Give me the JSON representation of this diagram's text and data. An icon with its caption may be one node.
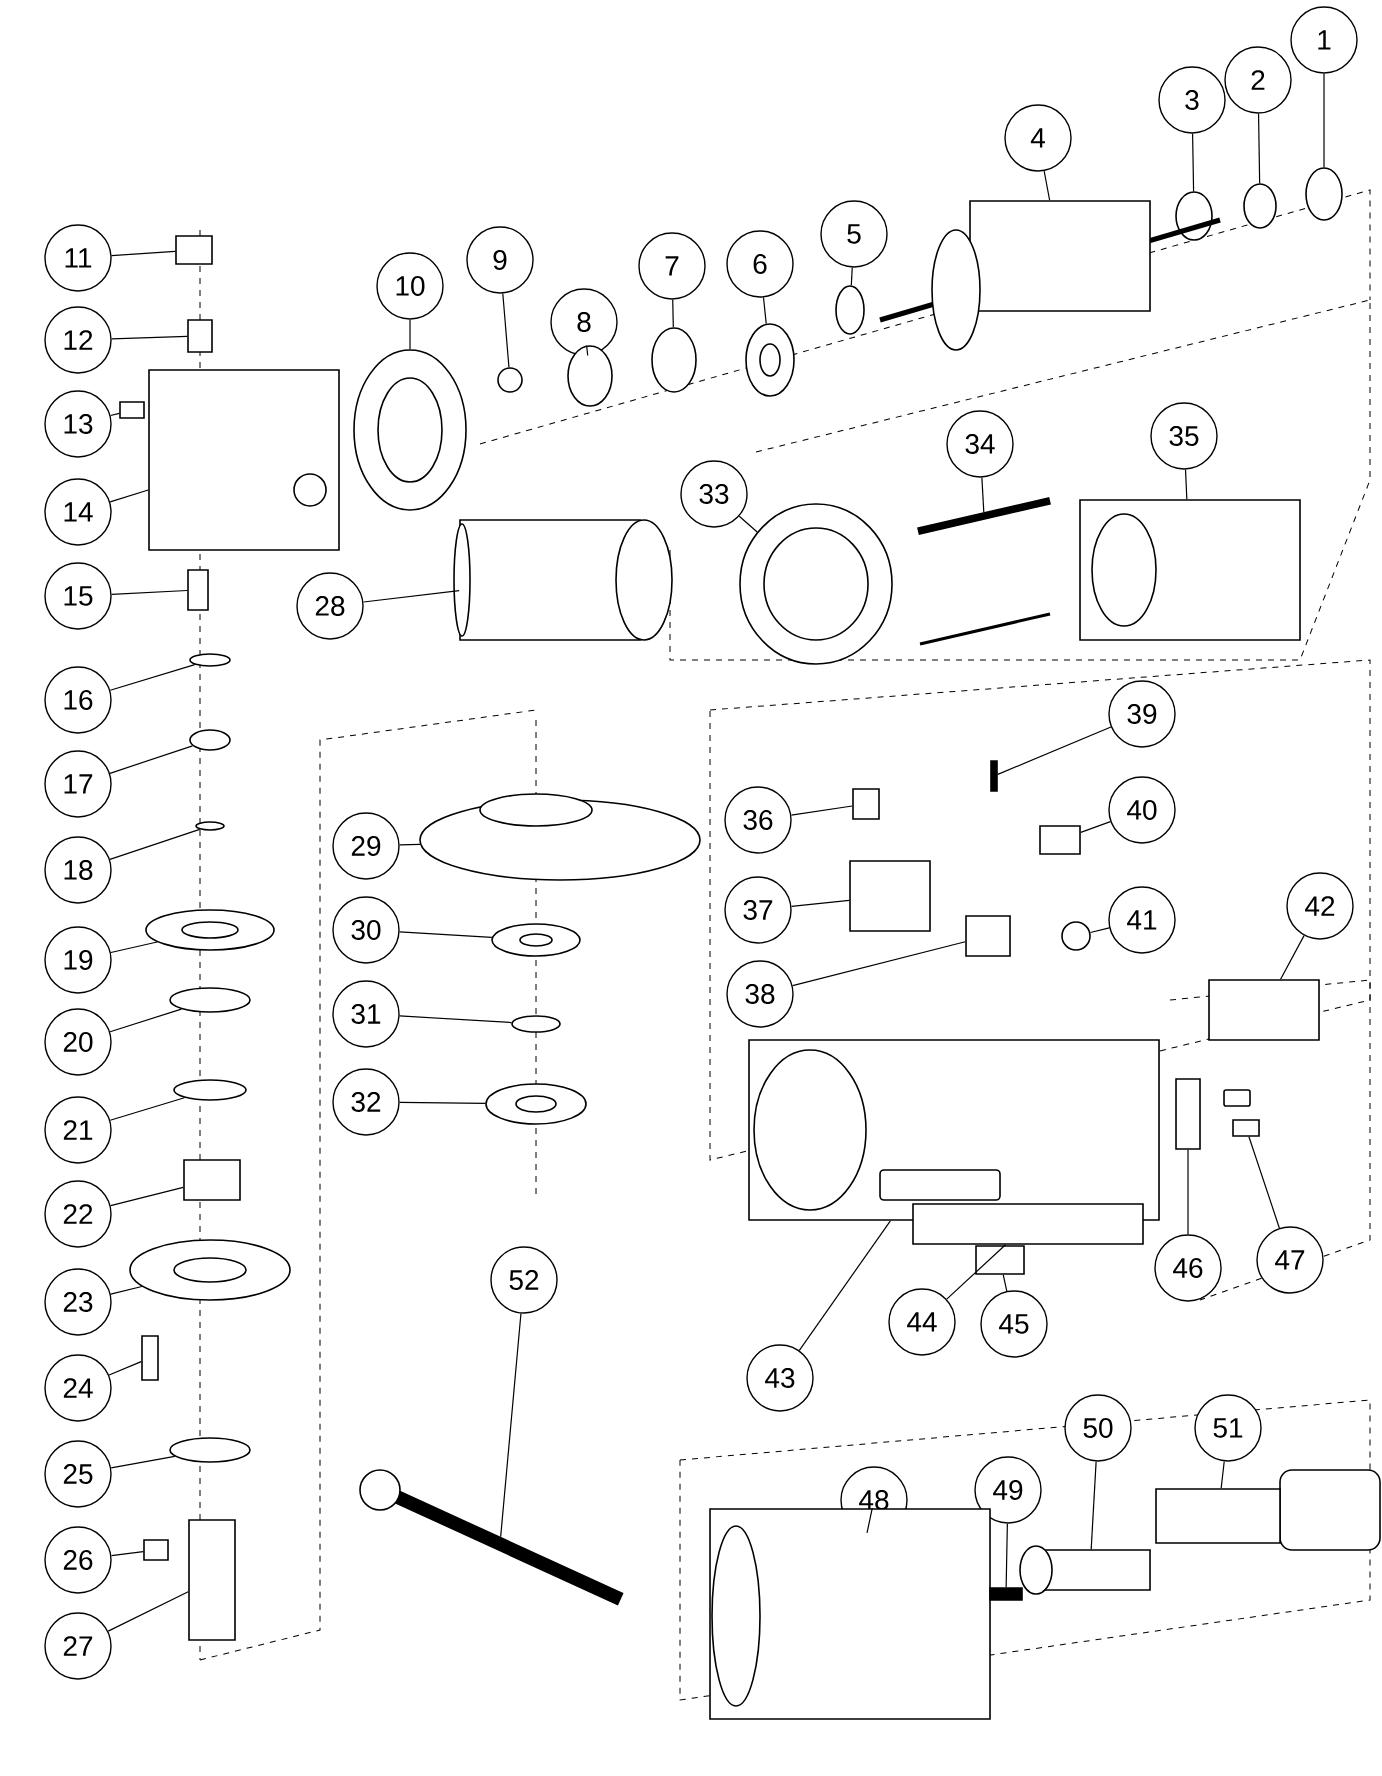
{
  "diagram": {
    "nodes": [
      {
        "text": [
          "1"
        ]
      },
      {
        "text": [
          "2"
        ]
      },
      {
        "text": [
          "3"
        ]
      },
      {
        "text": [
          "4"
        ]
      },
      {
        "text": [
          "5"
        ]
      },
      {
        "text": [
          "6"
        ]
      },
      {
        "text": [
          "7"
        ]
      },
      {
        "text": [
          "8"
        ]
      },
      {
        "text": [
          "9"
        ]
      },
      {
        "text": [
          "10"
        ]
      },
      {
        "text": [
          "11"
        ]
      },
      {
        "text": [
          "12"
        ]
      },
      {
        "text": [
          "13"
        ]
      },
      {
        "text": [
          "14"
        ]
      },
      {
        "text": [
          "15"
        ]
      },
      {
        "text": [
          "16"
        ]
      },
      {
        "text": [
          "17"
        ]
      },
      {
        "text": [
          "18"
        ]
      },
      {
        "text": [
          "19"
        ]
      },
      {
        "text": [
          "20"
        ]
      },
      {
        "text": [
          "21"
        ]
      },
      {
        "text": [
          "22"
        ]
      },
      {
        "text": [
          "23"
        ]
      },
      {
        "text": [
          "24"
        ]
      },
      {
        "text": [
          "25"
        ]
      },
      {
        "text": [
          "26"
        ]
      },
      {
        "text": [
          "27"
        ]
      },
      {
        "text": [
          "28"
        ]
      },
      {
        "text": [
          "29"
        ]
      },
      {
        "text": [
          "30"
        ]
      },
      {
        "text": [
          "31"
        ]
      },
      {
        "text": [
          "32"
        ]
      },
      {
        "text": [
          "33"
        ]
      },
      {
        "text": [
          "34"
        ]
      },
      {
        "text": [
          "35"
        ]
      },
      {
        "text": [
          "36"
        ]
      },
      {
        "text": [
          "37"
        ]
      },
      {
        "text": [
          "38"
        ]
      },
      {
        "text": [
          "39"
        ]
      },
      {
        "text": [
          "40"
        ]
      },
      {
        "text": [
          "41"
        ]
      },
      {
        "text": [
          "42"
        ]
      },
      {
        "text": [
          "43"
        ]
      },
      {
        "text": [
          "44"
        ]
      },
      {
        "text": [
          "45"
        ]
      },
      {
        "text": [
          "46"
        ]
      },
      {
        "text": [
          "47"
        ]
      },
      {
        "text": [
          "48"
        ]
      },
      {
        "text": [
          "49"
        ]
      },
      {
        "text": [
          "50"
        ]
      },
      {
        "text": [
          "51"
        ]
      },
      {
        "text": [
          "52"
        ]
      },
      {
        "text": [],
        "shape": "circle"
      },
      {
        "text": [],
        "shape": "circle"
      },
      {
        "text": [],
        "shape": "circle"
      },
      {
        "text": [],
        "shape": "box"
      },
      {
        "text": [],
        "shape": "circle"
      },
      {
        "text": [],
        "shape": "circle"
      },
      {
        "text": [],
        "shape": "circle"
      },
      {
        "text": [],
        "shape": "circle"
      },
      {
        "text": [],
        "shape": "circle"
      },
      {
        "text": [],
        "shape": "circle"
      },
      {
        "text": [],
        "shape": "box"
      },
      {
        "text": [],
        "shape": "box"
      },
      {
        "text": [],
        "shape": "box"
      },
      {
        "text": [],
        "shape": "box"
      },
      {
        "text": [],
        "shape": "box"
      },
      {
        "text": [],
        "shape": "circle"
      },
      {
        "text": [],
        "shape": "circle"
      },
      {
        "text": [],
        "shape": "circle"
      },
      {
        "text": [],
        "shape": "circle"
      },
      {
        "text": [],
        "shape": "circle"
      },
      {
        "text": [],
        "shape": "circle"
      },
      {
        "text": [],
        "shape": "box"
      },
      {
        "text": [],
        "shape": "circle"
      },
      {
        "text": [],
        "shape": "box"
      },
      {
        "text": [],
        "shape": "circle"
      },
      {
        "text": [],
        "shape": "box"
      },
      {
        "text": [],
        "shape": "box"
      },
      {
        "text": [],
        "shape": "box"
      },
      {
        "text": [],
        "shape": "circle"
      },
      {
        "text": [],
        "shape": "circle"
      },
      {
        "text": [],
        "shape": "circle"
      },
      {
        "text": [],
        "shape": "circle"
      },
      {
        "text": [],
        "shape": "circle"
      },
      {
        "text": [],
        "shape": "bar"
      },
      {
        "text": [],
        "shape": "box"
      },
      {
        "text": [],
        "shape": "box"
      },
      {
        "text": [],
        "shape": "box"
      },
      {
        "text": [],
        "shape": "box"
      },
      {
        "text": [],
        "shape": "bar"
      },
      {
        "text": [],
        "shape": "box"
      },
      {
        "text": [],
        "shape": "circle"
      },
      {
        "text": [],
        "shape": "box"
      },
      {
        "text": [],
        "shape": "box"
      },
      {
        "text": [],
        "shape": "box"
      },
      {
        "text": [],
        "shape": "box"
      },
      {
        "text": [],
        "shape": "box"
      },
      {
        "text": [],
        "shape": "box"
      },
      {
        "text": [],
        "shape": "box"
      },
      {
        "text": [],
        "shape": "bar"
      },
      {
        "text": [],
        "shape": "box"
      },
      {
        "text": [],
        "shape": "box"
      },
      {
        "text": [],
        "shape": "bar"
      }
    ],
    "edges": [
      {
        "from": 0,
        "to": 52,
        "arrow": "none"
      },
      {
        "from": 1,
        "to": 53,
        "arrow": "none"
      },
      {
        "from": 2,
        "to": 54,
        "arrow": "none"
      },
      {
        "from": 3,
        "to": 55,
        "arrow": "none"
      },
      {
        "from": 4,
        "to": 56,
        "arrow": "none"
      },
      {
        "from": 5,
        "to": 57,
        "arrow": "none"
      },
      {
        "from": 6,
        "to": 58,
        "arrow": "none"
      },
      {
        "from": 7,
        "to": 59,
        "arrow": "none"
      },
      {
        "from": 8,
        "to": 60,
        "arrow": "none"
      },
      {
        "from": 9,
        "to": 61,
        "arrow": "none"
      },
      {
        "from": 10,
        "to": 62,
        "arrow": "none"
      },
      {
        "from": 11,
        "to": 63,
        "arrow": "none"
      },
      {
        "from": 12,
        "to": 64,
        "arrow": "none"
      },
      {
        "from": 13,
        "to": 65,
        "arrow": "none"
      },
      {
        "from": 14,
        "to": 66,
        "arrow": "none"
      },
      {
        "from": 15,
        "to": 67,
        "arrow": "none"
      },
      {
        "from": 16,
        "to": 68,
        "arrow": "none"
      },
      {
        "from": 17,
        "to": 69,
        "arrow": "none"
      },
      {
        "from": 18,
        "to": 70,
        "arrow": "none"
      },
      {
        "from": 19,
        "to": 71,
        "arrow": "none"
      },
      {
        "from": 20,
        "to": 72,
        "arrow": "none"
      },
      {
        "from": 21,
        "to": 73,
        "arrow": "none"
      },
      {
        "from": 22,
        "to": 74,
        "arrow": "none"
      },
      {
        "from": 23,
        "to": 75,
        "arrow": "none"
      },
      {
        "from": 24,
        "to": 76,
        "arrow": "none"
      },
      {
        "from": 25,
        "to": 77,
        "arrow": "none"
      },
      {
        "from": 26,
        "to": 78,
        "arrow": "none"
      },
      {
        "from": 27,
        "to": 79,
        "arrow": "none"
      },
      {
        "from": 28,
        "to": 80,
        "arrow": "none"
      },
      {
        "from": 29,
        "to": 81,
        "arrow": "none"
      },
      {
        "from": 30,
        "to": 82,
        "arrow": "none"
      },
      {
        "from": 31,
        "to": 83,
        "arrow": "none"
      },
      {
        "from": 32,
        "to": 84,
        "arrow": "none"
      },
      {
        "from": 33,
        "to": 85,
        "arrow": "none"
      },
      {
        "from": 34,
        "to": 86,
        "arrow": "none"
      },
      {
        "from": 35,
        "to": 87,
        "arrow": "none"
      },
      {
        "from": 36,
        "to": 88,
        "arrow": "none"
      },
      {
        "from": 37,
        "to": 89,
        "arrow": "none"
      },
      {
        "from": 38,
        "to": 90,
        "arrow": "none"
      },
      {
        "from": 39,
        "to": 91,
        "arrow": "none"
      },
      {
        "from": 40,
        "to": 92,
        "arrow": "none"
      },
      {
        "from": 41,
        "to": 93,
        "arrow": "none"
      },
      {
        "from": 42,
        "to": 94,
        "arrow": "none"
      },
      {
        "from": 43,
        "to": 95,
        "arrow": "none"
      },
      {
        "from": 44,
        "to": 96,
        "arrow": "none"
      },
      {
        "from": 45,
        "to": 97,
        "arrow": "none"
      },
      {
        "from": 46,
        "to": 98,
        "arrow": "none"
      },
      {
        "from": 47,
        "to": 99,
        "arrow": "none"
      },
      {
        "from": 48,
        "to": 100,
        "arrow": "none"
      },
      {
        "from": 49,
        "to": 101,
        "arrow": "none"
      },
      {
        "from": 50,
        "to": 102,
        "arrow": "none"
      },
      {
        "from": 51,
        "to": 103,
        "arrow": "none"
      }
    ]
  }
}
